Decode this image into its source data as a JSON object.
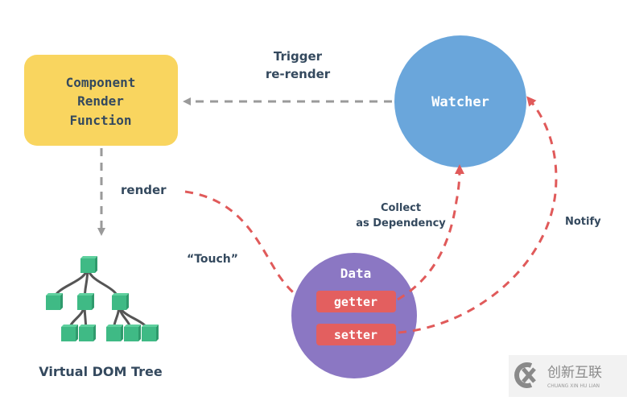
{
  "colors": {
    "render_box": "#f9d55f",
    "watcher": "#6aa6db",
    "data_circle": "#8b77c3",
    "accessor": "#e35f5f",
    "gray_arrow": "#9a9a9a",
    "red_arrow": "#e05a5a",
    "text_dark": "#34495e",
    "tree_node": "#3fba85",
    "tree_edge": "#555555"
  },
  "nodes": {
    "render_function": {
      "line1": "Component",
      "line2": "Render",
      "line3": "Function"
    },
    "watcher": {
      "label": "Watcher"
    },
    "data": {
      "label": "Data",
      "getter": "getter",
      "setter": "setter"
    },
    "vdom": {
      "label": "Virtual DOM Tree"
    }
  },
  "edges": {
    "trigger": {
      "line1": "Trigger",
      "line2": "re-render"
    },
    "render": {
      "label": "render"
    },
    "touch": {
      "label": "“Touch”"
    },
    "collect": {
      "line1": "Collect",
      "line2": "as Dependency"
    },
    "notify": {
      "label": "Notify"
    }
  },
  "watermark": {
    "icon": "cx-logo-icon",
    "title": "创新互联",
    "subtitle": "CHUANG XIN HU LIAN"
  }
}
